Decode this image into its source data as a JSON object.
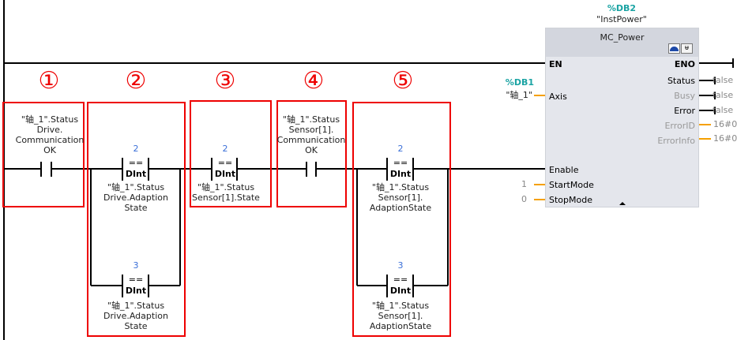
{
  "markers": [
    "①",
    "②",
    "③",
    "④",
    "⑤"
  ],
  "contact1": {
    "operand": [
      "\"轴_1\".Status",
      "Drive.",
      "Communication",
      "OK"
    ]
  },
  "compare2_top": {
    "value": "2",
    "op": "==",
    "type": "DInt",
    "operand": [
      "\"轴_1\".Status",
      "Drive.Adaption",
      "State"
    ]
  },
  "compare2_bottom": {
    "value": "3",
    "op": "==",
    "type": "DInt",
    "operand": [
      "\"轴_1\".Status",
      "Drive.Adaption",
      "State"
    ]
  },
  "compare3": {
    "value": "2",
    "op": "==",
    "type": "DInt",
    "operand": [
      "\"轴_1\".Status",
      "Sensor[1].State"
    ]
  },
  "contact4": {
    "operand": [
      "\"轴_1\".Status",
      "Sensor[1].",
      "Communication",
      "OK"
    ]
  },
  "compare5_top": {
    "value": "2",
    "op": "==",
    "type": "DInt",
    "operand": [
      "\"轴_1\".Status",
      "Sensor[1].",
      "AdaptionState"
    ]
  },
  "compare5_bottom": {
    "value": "3",
    "op": "==",
    "type": "DInt",
    "operand": [
      "\"轴_1\".Status",
      "Sensor[1].",
      "AdaptionState"
    ]
  },
  "block": {
    "instance_db": "%DB2",
    "instance_name": "\"InstPower\"",
    "title": "MC_Power",
    "inputs": {
      "en": "EN",
      "axis": "Axis",
      "enable": "Enable",
      "startmode": "StartMode",
      "stopmode": "StopMode"
    },
    "outputs": {
      "eno": "ENO",
      "status": "Status",
      "busy": "Busy",
      "error": "Error",
      "errorid": "ErrorID",
      "errorinfo": "ErrorInfo"
    },
    "axis_db": "%DB1",
    "axis_name": "\"轴_1\"",
    "startmode_value": "1",
    "stopmode_value": "0",
    "status_value": "false",
    "busy_value": "false",
    "error_value": "false",
    "errorid_value": "16#0",
    "errorinfo_value": "16#0"
  },
  "colors": {
    "marker": "#ee0000",
    "orange": "#f5a000",
    "teal": "#1aa3a3"
  }
}
